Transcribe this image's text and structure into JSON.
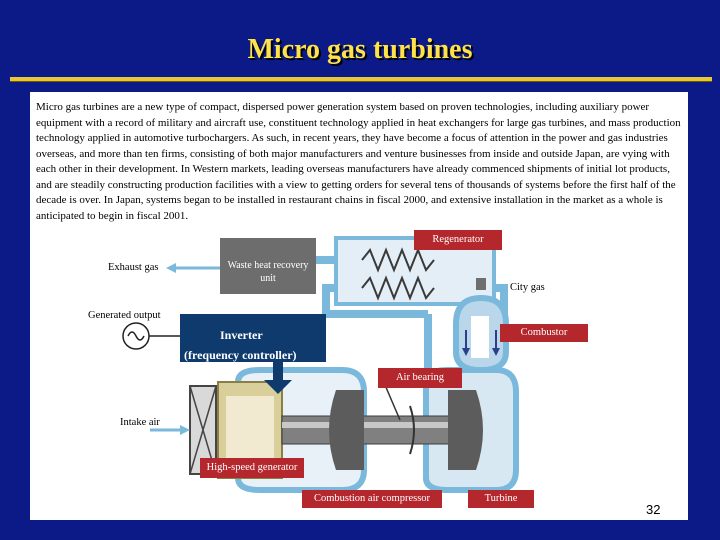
{
  "slide": {
    "title": "Micro gas turbines",
    "body": "Micro gas turbines are a new type of compact, dispersed power generation system based on proven technologies, including auxiliary power equipment with a record of military and aircraft use, constituent technology applied in heat exchangers for large gas turbines, and mass production technology applied in automotive turbochargers. As such, in recent years, they have become a focus of attention in the power and gas industries overseas, and more than ten firms, consisting of both major manufacturers and venture businesses from inside and outside Japan, are vying with each other in their development. In Western markets, leading overseas manufacturers have already commenced shipments of initial lot products, and are steadily constructing production facilities with a view to getting orders for several tens of thousands of systems before the first half of the decade is over. In Japan, systems began to be installed in restaurant chains in fiscal 2000, and extensive installation in the market as a whole is anticipated to begin in fiscal 2001.",
    "page_number": "32"
  },
  "diagram": {
    "labels": {
      "regenerator": "Regenerator",
      "exhaust_gas": "Exhaust gas",
      "waste_heat": "Waste heat recovery unit",
      "city_gas": "City gas",
      "generated_output": "Generated output",
      "inverter": "Inverter",
      "freq_controller": "(frequency controller)",
      "combustor": "Combustor",
      "air_bearing": "Air bearing",
      "intake_air": "Intake air",
      "generator": "High-speed generator",
      "compressor": "Combustion air compressor",
      "turbine": "Turbine"
    },
    "colors": {
      "background": "#0b1a86",
      "title": "#ffe24a",
      "label_box": "#b4272c",
      "inverter_box": "#0e3a6e",
      "pipe": "#7ab8dc"
    }
  }
}
